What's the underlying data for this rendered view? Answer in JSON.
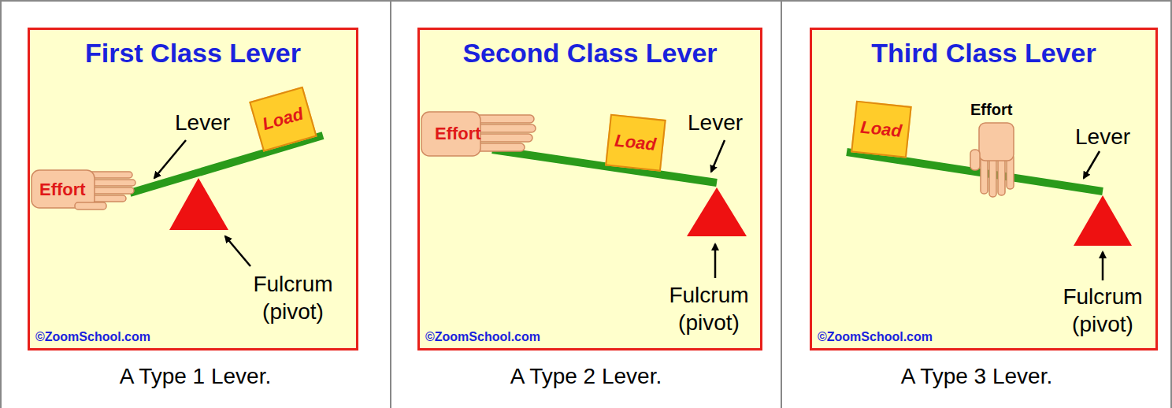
{
  "diagram": {
    "nodes": [
      {
        "text": [
          "First Class Lever"
        ]
      },
      {
        "text": [
          "Load"
        ],
        "in": 0
      },
      {
        "text": [
          "Second Class Lever"
        ]
      },
      {
        "text": [
          "Load"
        ],
        "in": 2
      },
      {
        "text": [
          "Third Class Lever"
        ]
      },
      {
        "text": [
          "Load"
        ],
        "in": 4
      }
    ],
    "labels": [
      "Lever",
      "Effort",
      "Fulcrum (pivot)",
      "©ZoomSchool.com",
      "A Type 1 Lever.",
      "Lever",
      "Effort",
      "Fulcrum (pivot)",
      "©ZoomSchool.com",
      "A Type 2 Lever.",
      "Lever",
      "Effort",
      "Fulcrum (pivot)",
      "©ZoomSchool.com",
      "A Type 3 Lever."
    ]
  }
}
